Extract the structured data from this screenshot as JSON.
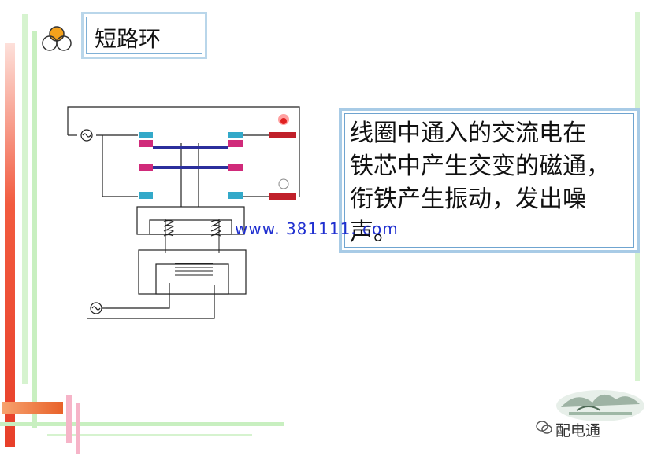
{
  "slide": {
    "title": "短路环",
    "body_lines": [
      "线圈中通入的交流电在",
      "铁芯中产生交变的磁通，",
      "衔铁产生振动，发出噪",
      "声。"
    ],
    "watermark": "www. 381111. com",
    "footer_brand": "配电通"
  },
  "colors": {
    "bar_red": "#e8402a",
    "bar_pink": "#f6b4c8",
    "bar_green": "#c8efc0",
    "box_border": "#a8cbe6",
    "iron_blue": "#2b2f9c",
    "contact_magenta": "#d02a7a",
    "contact_cyan": "#33a9c9",
    "watermark_blue": "#1f2fd0"
  },
  "icons": [
    "bullet-circles-icon",
    "ac-source-icon",
    "lamp-red-icon",
    "lamp-white-icon",
    "landscape-logo-icon",
    "wechat-icon"
  ]
}
